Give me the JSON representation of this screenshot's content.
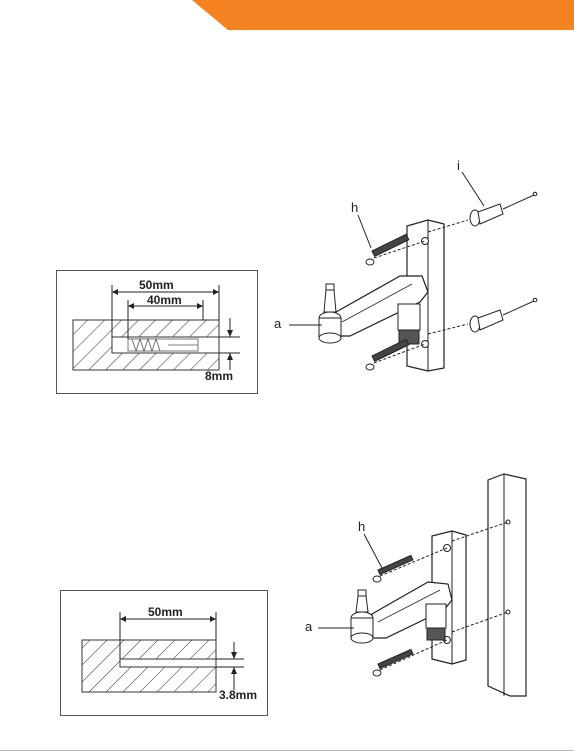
{
  "header": {
    "accent_color": "#f58220"
  },
  "drill_diagram_top": {
    "depth_outer": "50mm",
    "depth_inner": "40mm",
    "diameter": "8mm"
  },
  "mount_top": {
    "label_h": "h",
    "label_i": "i",
    "label_a": "a"
  },
  "drill_diagram_bottom": {
    "depth": "50mm",
    "diameter": "3.8mm"
  },
  "mount_bottom": {
    "label_h": "h",
    "label_a": "a"
  }
}
